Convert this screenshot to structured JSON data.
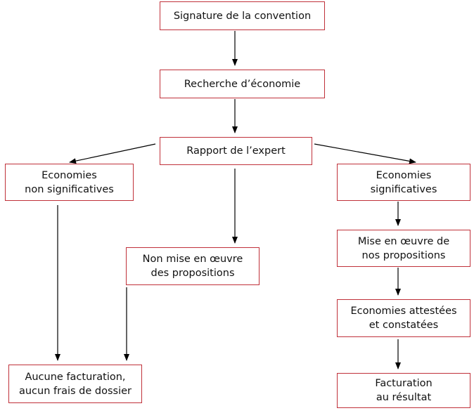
{
  "diagram": {
    "border_color": "#c0313a",
    "arrow_color": "#000000",
    "nodes": {
      "signature": "Signature de la convention",
      "recherche": "Recherche d’économie",
      "rapport": "Rapport de l’expert",
      "eco_non_sig": "Economies\nnon significatives",
      "eco_sig": "Economies\nsignificatives",
      "non_mise": "Non mise en œuvre\ndes propositions",
      "mise": "Mise en œuvre de\nnos propositions",
      "attestees": "Economies attestées\net constatées",
      "aucune": "Aucune facturation,\naucun frais de dossier",
      "facturation": "Facturation\nau résultat"
    },
    "edges": [
      {
        "from": "signature",
        "to": "recherche"
      },
      {
        "from": "recherche",
        "to": "rapport"
      },
      {
        "from": "rapport",
        "to": "eco_non_sig"
      },
      {
        "from": "rapport",
        "to": "eco_sig"
      },
      {
        "from": "rapport",
        "to": "non_mise"
      },
      {
        "from": "eco_non_sig",
        "to": "aucune"
      },
      {
        "from": "non_mise",
        "to": "aucune"
      },
      {
        "from": "eco_sig",
        "to": "mise"
      },
      {
        "from": "mise",
        "to": "attestees"
      },
      {
        "from": "attestees",
        "to": "facturation"
      }
    ]
  }
}
